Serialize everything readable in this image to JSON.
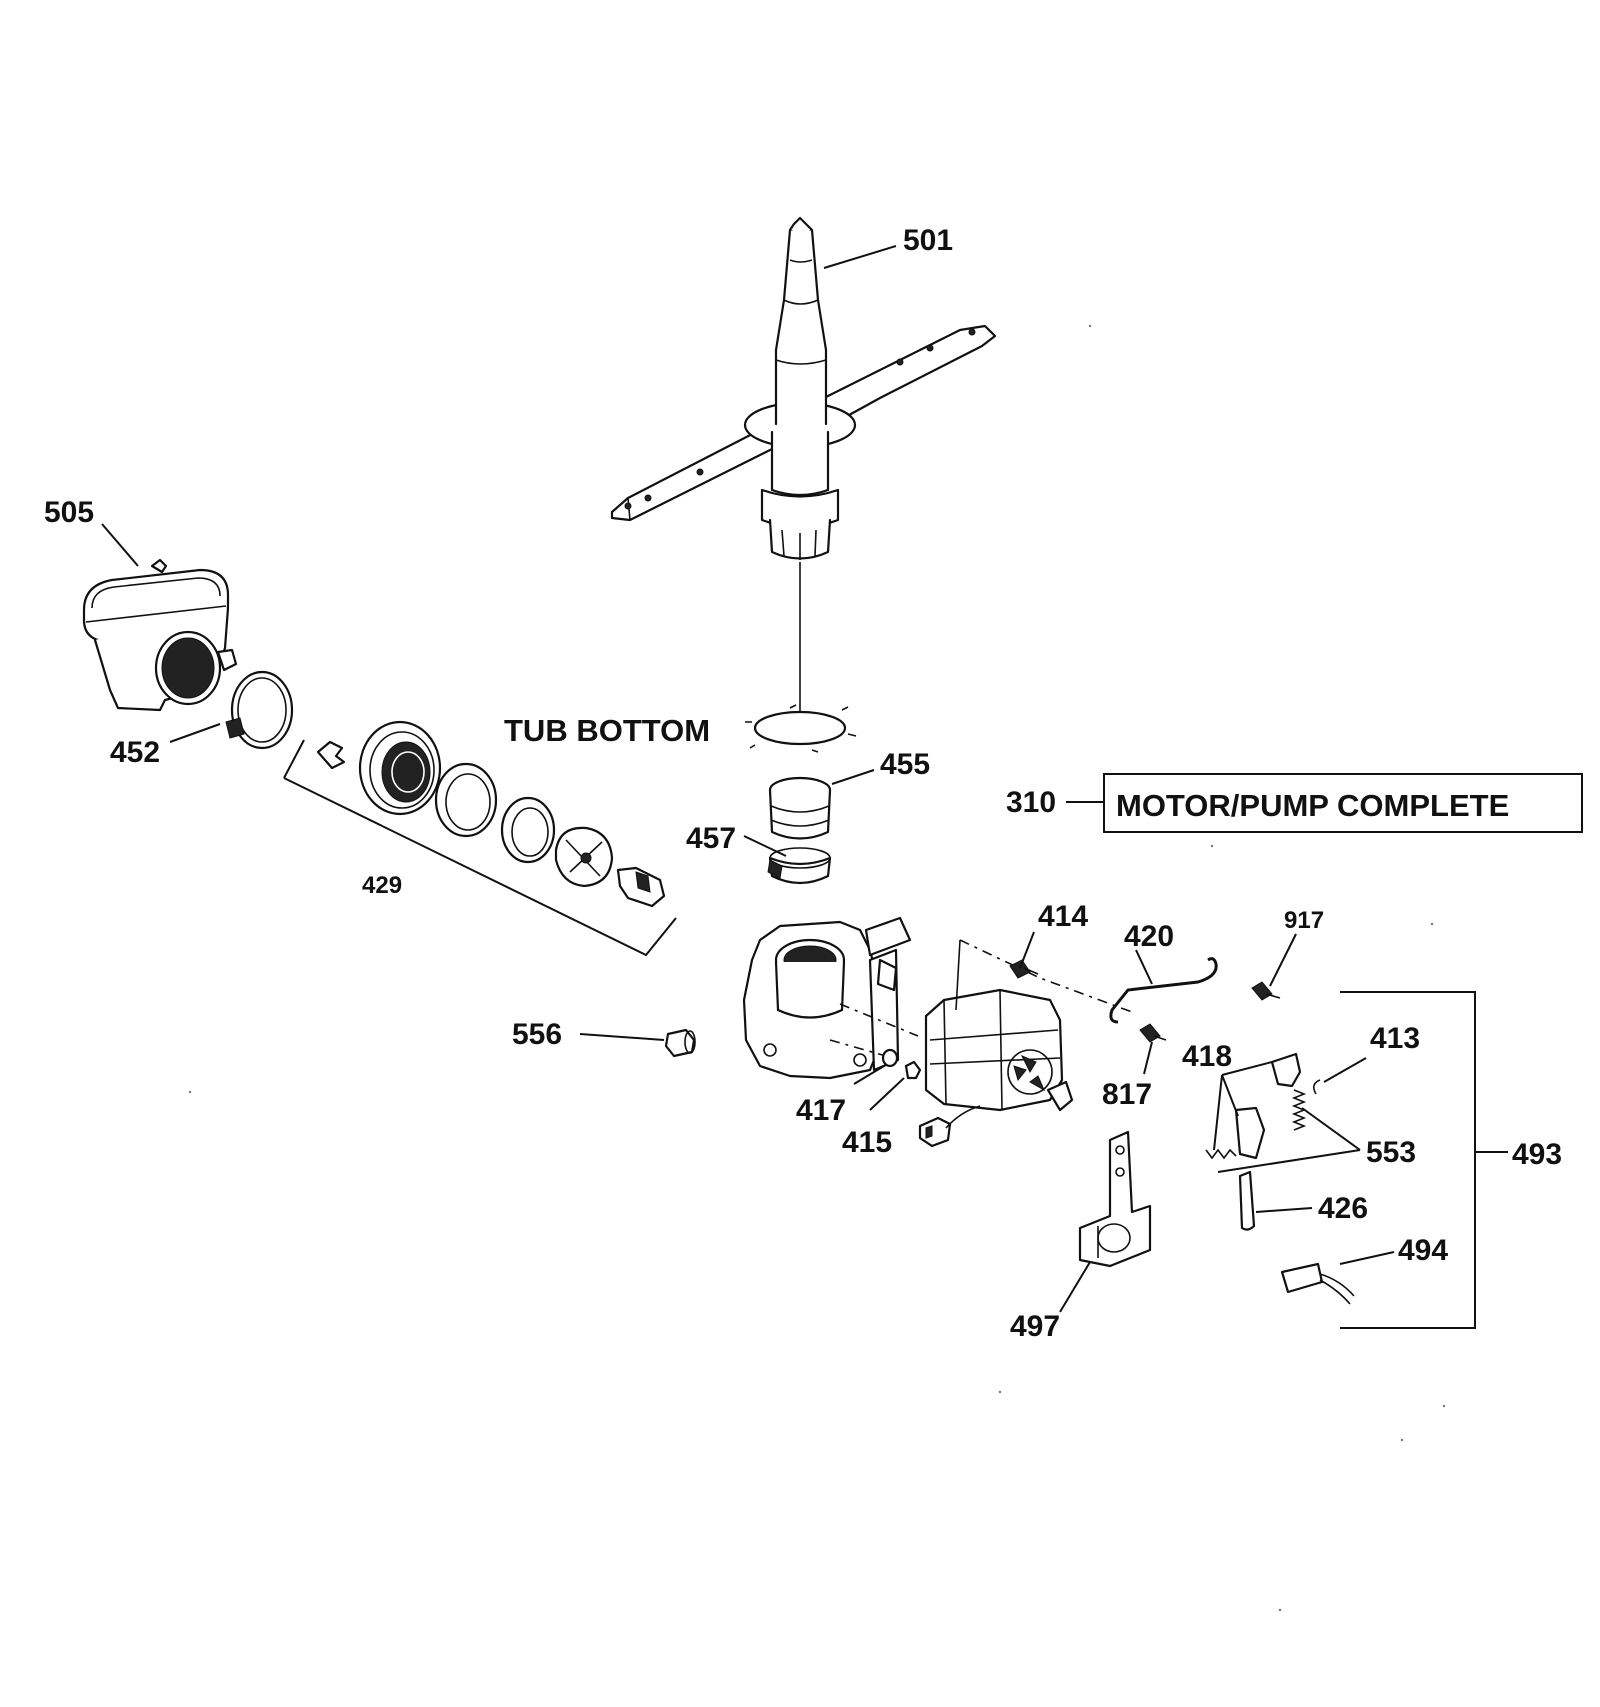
{
  "callouts": {
    "p501": "501",
    "p505": "505",
    "p452": "452",
    "p429": "429",
    "p455": "455",
    "p457": "457",
    "p310": "310",
    "p414": "414",
    "p420": "420",
    "p917": "917",
    "p556": "556",
    "p417": "417",
    "p415": "415",
    "p817": "817",
    "p418": "418",
    "p413": "413",
    "p553": "553",
    "p493": "493",
    "p426": "426",
    "p494": "494",
    "p497": "497"
  },
  "notes": {
    "tub_bottom": "TUB BOTTOM",
    "motor_pump_complete": "MOTOR/PUMP COMPLETE"
  }
}
